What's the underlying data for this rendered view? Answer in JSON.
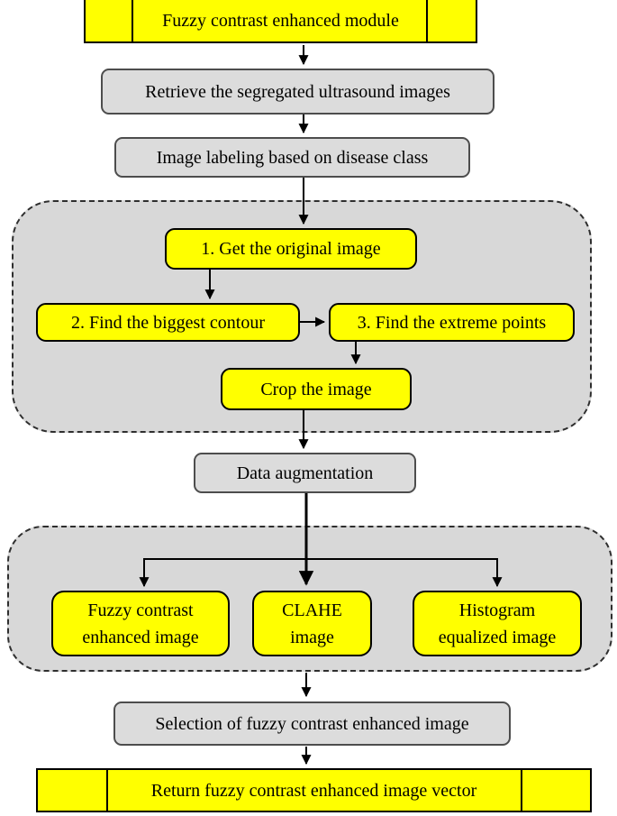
{
  "title": "Fuzzy contrast enhancement flowchart",
  "colors": {
    "node_yellow": "#FFFF00",
    "node_gray": "#DCDCDC",
    "container_gray": "#D8D8D8",
    "line_black": "#000000",
    "gray_border": "#4d4d4d"
  },
  "nodes": {
    "module_header": "Fuzzy contrast enhanced module",
    "retrieve": "Retrieve the segregated ultrasound images",
    "labeling": "Image labeling based on disease class",
    "get_original": "1. Get the original image",
    "find_contour": "2. Find the biggest contour",
    "find_extreme": "3. Find the extreme points",
    "crop": "Crop the image",
    "augmentation": "Data augmentation",
    "fuzzy_enhanced": {
      "line1": "Fuzzy contrast",
      "line2": "enhanced image"
    },
    "clahe": {
      "line1": "CLAHE",
      "line2": "image"
    },
    "histogram": {
      "line1": "Histogram",
      "line2": "equalized image"
    },
    "selection": "Selection of fuzzy contrast enhanced image",
    "return_vector": "Return fuzzy contrast enhanced image vector"
  }
}
